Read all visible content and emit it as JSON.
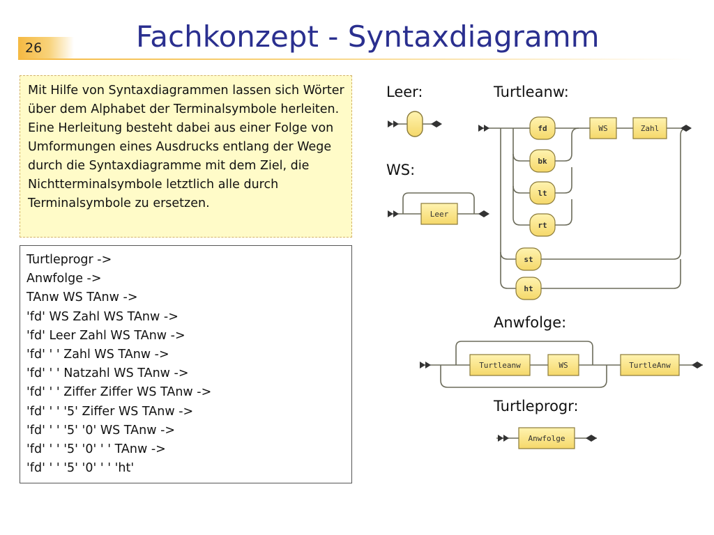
{
  "slide": {
    "number": "26",
    "title": "Fachkonzept - Syntaxdiagramm"
  },
  "explanation": "Mit Hilfe von Syntaxdiagrammen lassen sich Wörter über dem Alphabet der Terminalsymbole herleiten. Eine Herleitung besteht dabei aus einer Folge von Umformungen eines Ausdrucks entlang der Wege durch die Syntaxdiagramme mit dem Ziel, die Nichtterminalsymbole letztlich alle durch Terminalsymbole zu ersetzen.",
  "derivation": [
    "Turtleprogr ->",
    "Anwfolge ->",
    "TAnw WS TAnw ->",
    "'fd' WS Zahl WS TAnw ->",
    "'fd' Leer Zahl WS TAnw ->",
    "'fd' ' ' Zahl WS TAnw ->",
    "'fd' ' ' Natzahl WS TAnw ->",
    "'fd' ' ' Ziffer Ziffer WS TAnw ->",
    "'fd' ' ' '5' Ziffer WS TAnw ->",
    "'fd' ' ' '5' '0' WS TAnw ->",
    "'fd' ' ' '5' '0' ' ' TAnw ->",
    "'fd' ' ' '5' '0' ' ' 'ht'"
  ],
  "diagrams": {
    "leer": {
      "label": "Leer:"
    },
    "ws": {
      "label": "WS:",
      "node": "Leer"
    },
    "turtleanw": {
      "label": "Turtleanw:",
      "terminals": [
        "fd",
        "bk",
        "lt",
        "rt",
        "st",
        "ht"
      ],
      "nonterminals": [
        "WS",
        "Zahl"
      ]
    },
    "anwfolge": {
      "label": "Anwfolge:",
      "nodes": [
        "Turtleanw",
        "WS",
        "TurtleAnw"
      ]
    },
    "turtleprogr": {
      "label": "Turtleprogr:",
      "node": "Anwfolge"
    }
  },
  "colors": {
    "title": "#2a2f8f",
    "node_fill": "#fde88a",
    "node_stroke": "#8a7a3a",
    "track": "#6b6b5a",
    "explain_bg": "#fffbc8"
  }
}
